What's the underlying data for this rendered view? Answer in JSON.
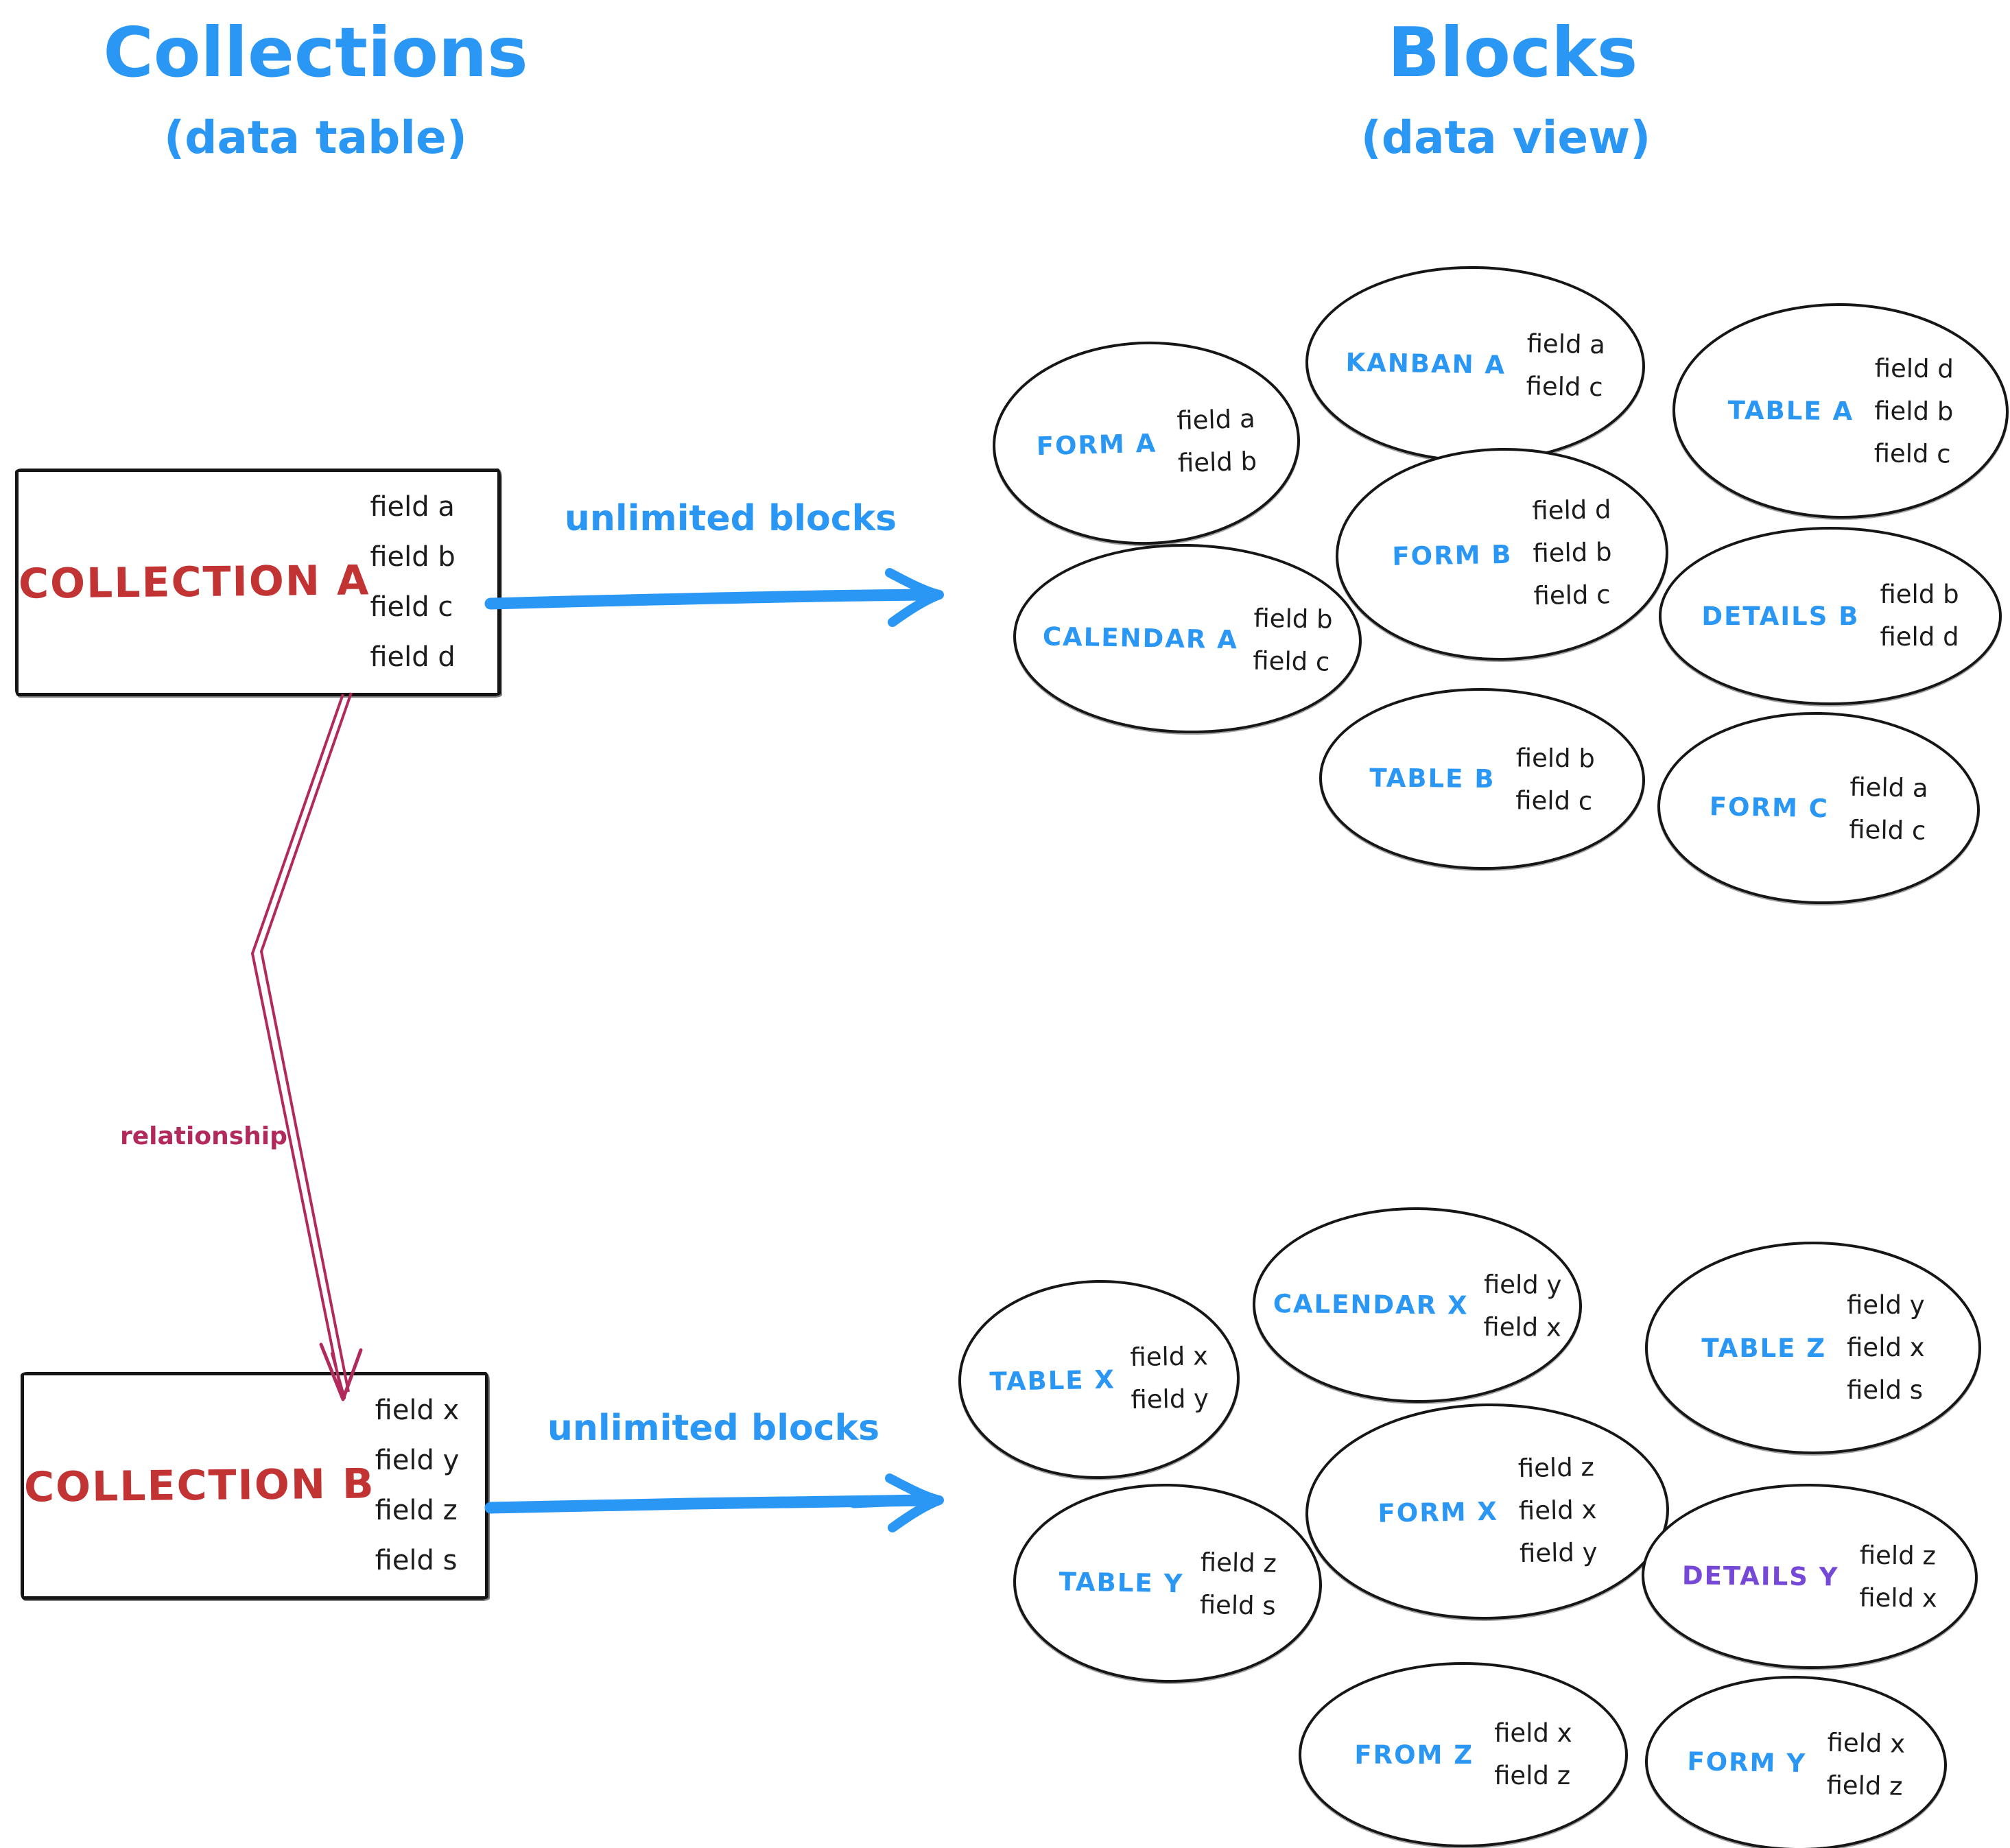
{
  "titles": {
    "left_title": "Collections",
    "left_subtitle": "(data table)",
    "right_title": "Blocks",
    "right_subtitle": "(data view)"
  },
  "collection_a": {
    "label": "COLLECTION A",
    "fields": [
      "field a",
      "field b",
      "field c",
      "field d"
    ]
  },
  "collection_b": {
    "label": "COLLECTION B",
    "fields": [
      "field x",
      "field y",
      "field z",
      "field s"
    ]
  },
  "arrows": {
    "a_label": "unlimited blocks",
    "b_label": "unlimited blocks",
    "relationship_label": "relationship"
  },
  "blocks_a": [
    {
      "label": "FORM A",
      "fields": [
        "field a",
        "field b"
      ]
    },
    {
      "label": "KANBAN A",
      "fields": [
        "field a",
        "field c"
      ]
    },
    {
      "label": "TABLE A",
      "fields": [
        "field d",
        "field b",
        "field c"
      ]
    },
    {
      "label": "CALENDAR A",
      "fields": [
        "field b",
        "field c"
      ]
    },
    {
      "label": "FORM B",
      "fields": [
        "field d",
        "field b",
        "field c"
      ]
    },
    {
      "label": "DETAILS B",
      "fields": [
        "field b",
        "field d"
      ]
    },
    {
      "label": "TABLE B",
      "fields": [
        "field b",
        "field c"
      ]
    },
    {
      "label": "FORM C",
      "fields": [
        "field a",
        "field c"
      ]
    }
  ],
  "blocks_b": [
    {
      "label": "TABLE X",
      "fields": [
        "field x",
        "field y"
      ]
    },
    {
      "label": "CALENDAR X",
      "fields": [
        "field y",
        "field x"
      ]
    },
    {
      "label": "TABLE Z",
      "fields": [
        "field y",
        "field x",
        "field s"
      ]
    },
    {
      "label": "TABLE Y",
      "fields": [
        "field z",
        "field s"
      ]
    },
    {
      "label": "FORM X",
      "fields": [
        "field z",
        "field x",
        "field y"
      ]
    },
    {
      "label": "DETAILS Y",
      "fields": [
        "field z",
        "field x"
      ]
    },
    {
      "label": "FROM Z",
      "fields": [
        "field x",
        "field z"
      ]
    },
    {
      "label": "FORM Y",
      "fields": [
        "field x",
        "field z"
      ]
    }
  ],
  "colors": {
    "accent_blue": "#2b97f5",
    "collection_red": "#c23434",
    "relationship_crimson": "#b12a5b",
    "details_purple": "#7648d8",
    "ink_black": "#1c1c1c"
  }
}
